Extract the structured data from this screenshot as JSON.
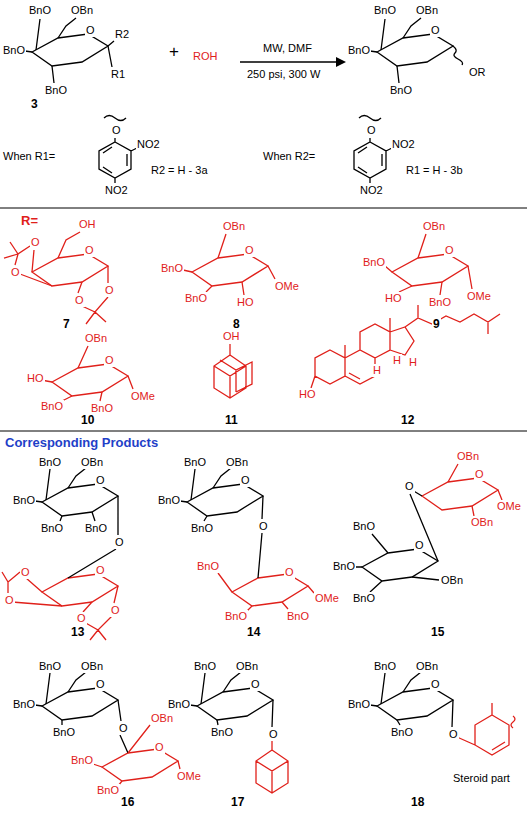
{
  "diagram": {
    "labels": [
      "BnO",
      "OBn",
      "BnO",
      "O",
      "BnO",
      "R2",
      "R1",
      "3",
      "+",
      "ROH",
      "MW, DMF",
      "250 psi, 300 W",
      "BnO",
      "OBn",
      "BnO",
      "O",
      "BnO",
      "OR",
      "When R1=",
      "O",
      "NO2",
      "NO2",
      "R2 = H - 3a",
      "When R2=",
      "O",
      "NO2",
      "NO2",
      "R1 = H - 3b",
      "R=",
      "OH",
      "O",
      "O",
      "O",
      "O",
      "O",
      "7",
      "OBn",
      "BnO",
      "BnO",
      "O",
      "HO",
      "OMe",
      "8",
      "OBn",
      "BnO",
      "HO",
      "O",
      "BnO",
      "OMe",
      "9",
      "OBn",
      "HO",
      "O",
      "BnO",
      "BnO",
      "OMe",
      "10",
      "OH",
      "11",
      "HO",
      "H",
      "H",
      "H",
      "12",
      "Corresponding Products",
      "BnO",
      "OBn",
      "BnO",
      "O",
      "BnO",
      "BnO",
      "O",
      "O",
      "O",
      "O",
      "O",
      "O",
      "13",
      "BnO",
      "OBn",
      "BnO",
      "O",
      "BnO",
      "O",
      "BnO",
      "O",
      "BnO",
      "BnO",
      "OMe",
      "14",
      "OBn",
      "O",
      "OMe",
      "OBn",
      "O",
      "O",
      "BnO",
      "BnO",
      "BnO",
      "OBn",
      "15",
      "BnO",
      "OBn",
      "BnO",
      "O",
      "BnO",
      "O",
      "OBn",
      "BnO",
      "O",
      "BnO",
      "OMe",
      "16",
      "BnO",
      "OBn",
      "BnO",
      "O",
      "BnO",
      "O",
      "17",
      "BnO",
      "OBn",
      "BnO",
      "O",
      "BnO",
      "O",
      "Steroid part",
      "18"
    ]
  }
}
